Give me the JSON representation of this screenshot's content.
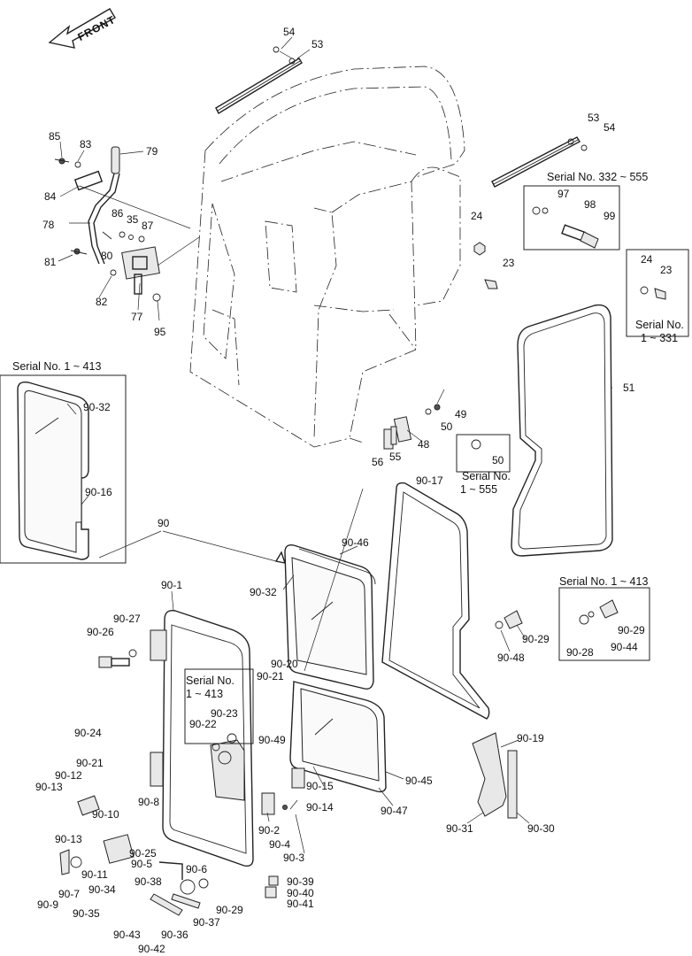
{
  "front_label": "FRONT",
  "serial_boxes": {
    "window_latch": "Serial No. 332 ~ 555",
    "stopper_old": "Serial No.",
    "stopper_old_range": "1 ~ 331",
    "left_glass": "Serial No. 1 ~ 413",
    "washer_50": "Serial No.",
    "washer_50_range": "1 ~ 555",
    "door_lock_a": "Serial No.",
    "door_lock_a_range": "1 ~ 413",
    "door_stopper": "Serial No. 1 ~ 413"
  },
  "labels": {
    "l54a": "54",
    "l53a": "53",
    "l85": "85",
    "l83": "83",
    "l79": "79",
    "l84": "84",
    "l86": "86",
    "l35": "35",
    "l87": "87",
    "l78": "78",
    "l81": "81",
    "l80": "80",
    "l82": "82",
    "l77": "77",
    "l95": "95",
    "l53b": "53",
    "l54b": "54",
    "l97": "97",
    "l98": "98",
    "l99": "99",
    "l24a": "24",
    "l23a": "23",
    "l24b": "24",
    "l23b": "23",
    "l49": "49",
    "l50a": "50",
    "l48": "48",
    "l56": "56",
    "l55": "55",
    "l50b": "50",
    "l51": "51",
    "l90_32a": "90-32",
    "l90_16": "90-16",
    "l90": "90",
    "l90_17": "90-17",
    "l90_46": "90-46",
    "l90_32b": "90-32",
    "l90_1": "90-1",
    "l90_27": "90-27",
    "l90_26": "90-26",
    "l90_29a": "90-29",
    "l90_48": "90-48",
    "l90_29b": "90-29",
    "l90_28": "90-28",
    "l90_44": "90-44",
    "l90_20": "90-20",
    "l90_21a": "90-21",
    "l90_23": "90-23",
    "l90_22": "90-22",
    "l90_49": "90-49",
    "l90_24": "90-24",
    "l90_21b": "90-21",
    "l90_12": "90-12",
    "l90_13a": "90-13",
    "l90_10": "90-10",
    "l90_8": "90-8",
    "l90_15": "90-15",
    "l90_45": "90-45",
    "l90_14": "90-14",
    "l90_47": "90-47",
    "l90_19": "90-19",
    "l90_31": "90-31",
    "l90_30": "90-30",
    "l90_2": "90-2",
    "l90_4": "90-4",
    "l90_3": "90-3",
    "l90_13b": "90-13",
    "l90_25": "90-25",
    "l90_11": "90-11",
    "l90_5": "90-5",
    "l90_6": "90-6",
    "l90_38": "90-38",
    "l90_7": "90-7",
    "l90_34": "90-34",
    "l90_9": "90-9",
    "l90_35": "90-35",
    "l90_39": "90-39",
    "l90_40": "90-40",
    "l90_41": "90-41",
    "l90_29c": "90-29",
    "l90_37": "90-37",
    "l90_43": "90-43",
    "l90_36": "90-36",
    "l90_42": "90-42"
  }
}
